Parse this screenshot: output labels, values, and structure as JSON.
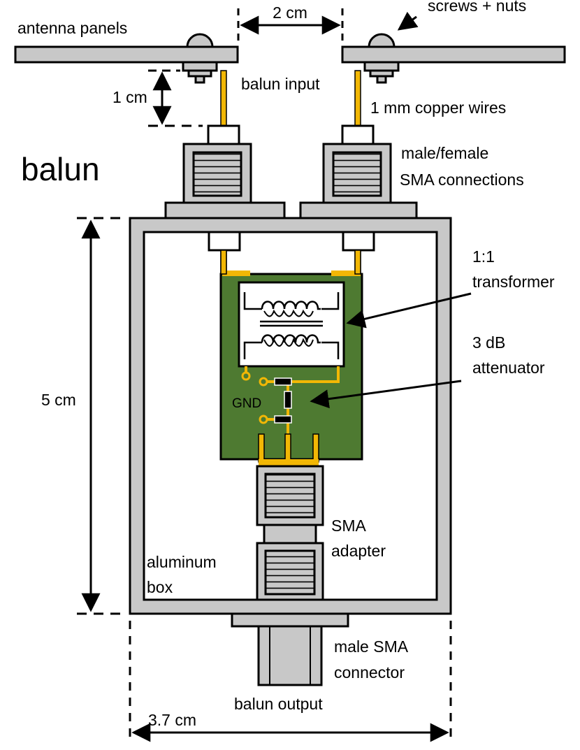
{
  "labels": {
    "title": "balun",
    "antenna_panels": "antenna panels",
    "screws_nuts": "screws + nuts",
    "dim_2cm": "2 cm",
    "dim_1cm": "1 cm",
    "balun_input": "balun input",
    "copper_wires": "1 mm copper wires",
    "sma_conn_line1": "male/female",
    "sma_conn_line2": "SMA connections",
    "transformer_line1": "1:1",
    "transformer_line2": "transformer",
    "attenuator_line1": "3 dB",
    "attenuator_line2": "attenuator",
    "dim_5cm": "5 cm",
    "gnd": "GND",
    "sma_adapter_line1": "SMA",
    "sma_adapter_line2": "adapter",
    "aluminum_line1": "aluminum",
    "aluminum_line2": "box",
    "male_sma_line1": "male SMA",
    "male_sma_line2": "connector",
    "balun_output": "balun output",
    "dim_3_7cm": "3.7 cm"
  },
  "colors": {
    "metal_gray": "#c8c8c8",
    "pcb_green": "#4e7a31",
    "copper_trace": "#f2b705",
    "outline": "#000000",
    "background": "#ffffff"
  }
}
